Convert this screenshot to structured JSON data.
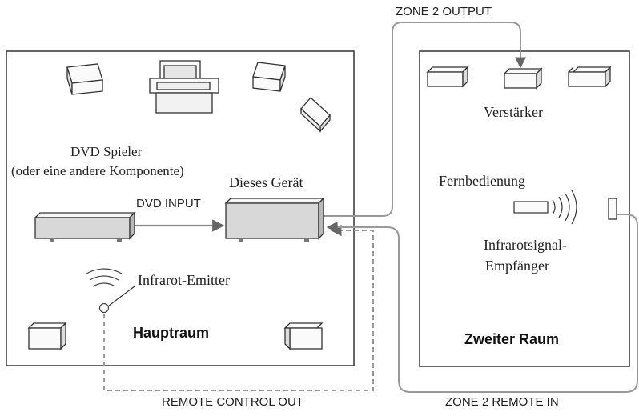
{
  "labels": {
    "zone2_output": "ZONE 2 OUTPUT",
    "dvd_player_line1": "DVD Spieler",
    "dvd_player_line2": "(oder eine andere Komponente)",
    "this_unit": "Dieses Gerät",
    "dvd_input": "DVD INPUT",
    "ir_emitter": "Infrarot-Emitter",
    "main_room": "Hauptraum",
    "remote_control_out": "REMOTE CONTROL OUT",
    "amplifier": "Verstärker",
    "remote_control": "Fernbedienung",
    "ir_receiver_line1": "Infrarotsignal-",
    "ir_receiver_line2": "Empfänger",
    "second_room": "Zweiter Raum",
    "zone2_remote_in": "ZONE 2 REMOTE IN"
  },
  "colors": {
    "line": "#333333",
    "cable": "#8a8a8a",
    "device_fill": "#f4f4f4",
    "device_shade": "#d0d0d0"
  }
}
